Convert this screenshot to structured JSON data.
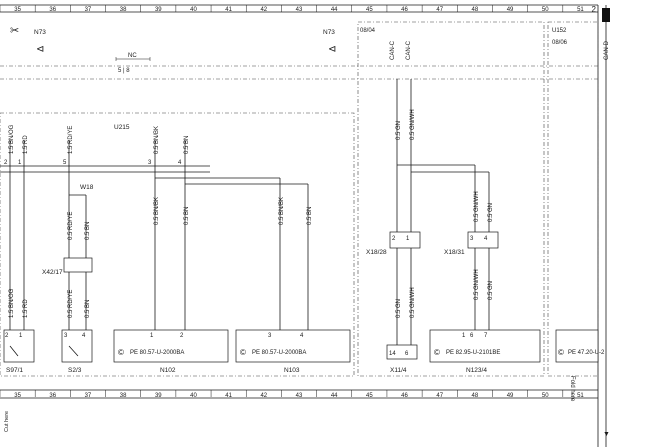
{
  "grid": {
    "columns": [
      "35",
      "36",
      "37",
      "38",
      "39",
      "40",
      "41",
      "42",
      "43",
      "44",
      "45",
      "46",
      "47",
      "48",
      "49",
      "50",
      "51"
    ]
  },
  "labels": {
    "n73_left": "N73",
    "n73_right": "N73",
    "nc": "NC",
    "nc_pins": "5 | 8",
    "u215": "U215",
    "w18": "W18",
    "x42": "X42/17",
    "s97": "S97/1",
    "s23": "S2/3",
    "n102": "N102",
    "n103": "N103",
    "x18_28": "X18/28",
    "x18_31": "X18/31",
    "x11": "X11/4",
    "n123": "N123/4",
    "ref_0804": "08/04",
    "u152": "U152",
    "ref_0806": "08/06",
    "can_c1": "CAN-C",
    "can_c2": "CAN-C",
    "can_d": "CAN-D",
    "pe_n102": "PE 80.57-U-2000BA",
    "pe_n103": "PE 80.57-U-2000BA",
    "pe_n123": "PE 82.95-U-2101BE",
    "pe_right": "PE 47.20-U-2",
    "cut_here": "Cut here",
    "fold_here": "Fold here",
    "page_marker": "2"
  },
  "wires": {
    "w1": "1.5 BN/OG",
    "w2": "1.5 RD",
    "w3": "1.5 RD/YE",
    "w4": "0.5 BN/BK",
    "w5": "0.5 BN",
    "w6": "0.5 RD/YE",
    "w7": "0.5 BN",
    "w8": "0.5 BN/BK",
    "w9": "0.5 BN",
    "w10": "0.5 BN/BK",
    "w11": "0.5 BN",
    "w12": "1.5 BN/OG",
    "w13": "1.5 RD",
    "w14": "0.5 RD/YE",
    "w15": "0.5 BN",
    "w16": "0.5 GN",
    "w17": "0.5 GN/WH",
    "w18": "0.5 GN/WH",
    "w19": "0.5 GN",
    "w20": "0.5 GN",
    "w21": "0.5 GN/WH",
    "w22": "0.5 GN/WH",
    "w23": "0.5 GN"
  },
  "pins": {
    "p2": "2",
    "p1": "1",
    "p5": "5",
    "p3": "3",
    "p4": "4",
    "s97_2": "2",
    "s97_1": "1",
    "s23_3": "3",
    "s23_4": "4",
    "n102_1": "1",
    "n102_2": "2",
    "n103_3": "3",
    "n103_4": "4",
    "x18_28_a": "2",
    "x18_28_b": "1",
    "x18_31_a": "3",
    "x18_31_b": "4",
    "x11_a": "14",
    "x11_b": "6",
    "n123_a": "1",
    "n123_b": "6",
    "n123_c": "7"
  }
}
